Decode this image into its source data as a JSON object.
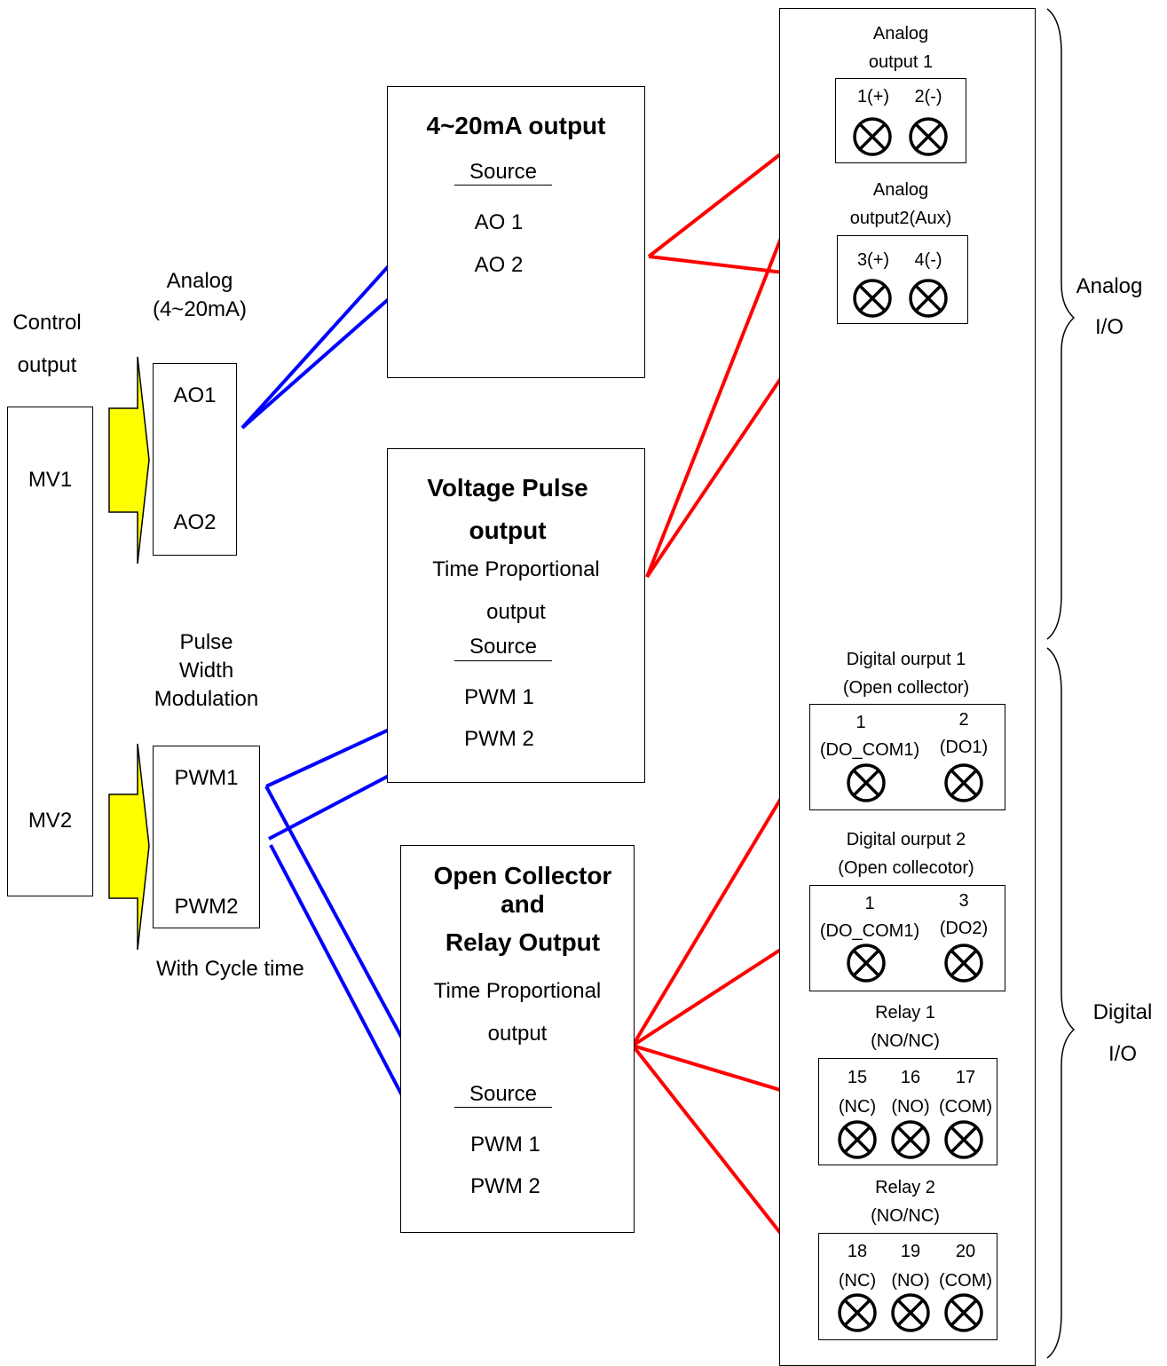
{
  "control_output": {
    "title_line1": "Control",
    "title_line2": "output",
    "mv1": "MV1",
    "mv2": "MV2"
  },
  "analog_block": {
    "label_line1": "Analog",
    "label_line2": "(4~20mA)",
    "ao1": "AO1",
    "ao2": "AO2"
  },
  "pwm_block": {
    "label_line1": "Pulse",
    "label_line2": "Width",
    "label_line3": "Modulation",
    "pwm1": "PWM1",
    "pwm2": "PWM2",
    "footer": "With Cycle time"
  },
  "module_4_20": {
    "title": "4~20mA output",
    "source": "Source",
    "item1": "AO 1",
    "item2": "AO 2"
  },
  "module_voltage": {
    "title_line1": "Voltage Pulse",
    "title_line2": "output",
    "sub_line1": "Time Proportional",
    "sub_line2": "output",
    "source": "Source",
    "item1": "PWM 1",
    "item2": "PWM 2"
  },
  "module_relay": {
    "title_line1": "Open Collector",
    "title_line2": "and",
    "title_line3": "Relay Output",
    "sub_line1": "Time Proportional",
    "sub_line2": "output",
    "source": "Source",
    "item1": "PWM 1",
    "item2": "PWM 2"
  },
  "terminals": {
    "analog_out1": {
      "label_line1": "Analog",
      "label_line2": "output 1",
      "pins": [
        "1(+)",
        "2(-)"
      ]
    },
    "analog_out2": {
      "label_line1": "Analog",
      "label_line2": "output2(Aux)",
      "pins": [
        "3(+)",
        "4(-)"
      ]
    },
    "digital_out1": {
      "label_line1": "Digital ourput 1",
      "label_line2": "(Open collector)",
      "pin1_num": "1",
      "pin1_name": "(DO_COM1)",
      "pin2_num": "2",
      "pin2_name": "(DO1)"
    },
    "digital_out2": {
      "label_line1": "Digital ourput 2",
      "label_line2": "(Open collecotor)",
      "pin1_num": "1",
      "pin1_name": "(DO_COM1)",
      "pin2_num": "3",
      "pin2_name": "(DO2)"
    },
    "relay1": {
      "label_line1": "Relay 1",
      "label_line2": "(NO/NC)",
      "nums": [
        "15",
        "16",
        "17"
      ],
      "names": [
        "(NC)",
        "(NO)",
        "(COM)"
      ]
    },
    "relay2": {
      "label_line1": "Relay 2",
      "label_line2": "(NO/NC)",
      "nums": [
        "18",
        "19",
        "20"
      ],
      "names": [
        "(NC)",
        "(NO)",
        "(COM)"
      ]
    }
  },
  "groups": {
    "analog_io_line1": "Analog",
    "analog_io_line2": "I/O",
    "digital_io_line1": "Digital",
    "digital_io_line2": "I/O"
  },
  "colors": {
    "input_arrow": "#0000ff",
    "output_arrow": "#ff0000",
    "converter_fill": "#ffff00"
  },
  "icons": {
    "terminal": "circle-x-terminal-icon",
    "converter": "yellow-arrow-icon",
    "bracket": "curly-brace-icon"
  }
}
